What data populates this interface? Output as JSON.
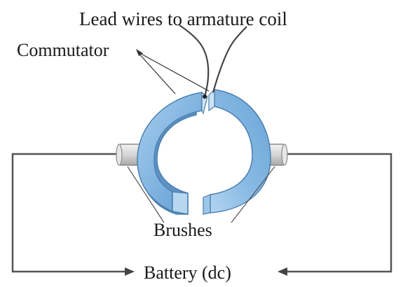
{
  "labels": {
    "lead_wires": "Lead wires to armature coil",
    "commutator": "Commutator",
    "brushes": "Brushes",
    "battery": "Battery (dc)"
  },
  "colors": {
    "segment_face": "#7fb3df",
    "segment_light": "#b7d6f0",
    "segment_edge": "#4a7fae",
    "brush_fill": "#d9d9d9",
    "brush_edge": "#8a8a8a",
    "wire": "#555555",
    "leader": "#333333"
  }
}
